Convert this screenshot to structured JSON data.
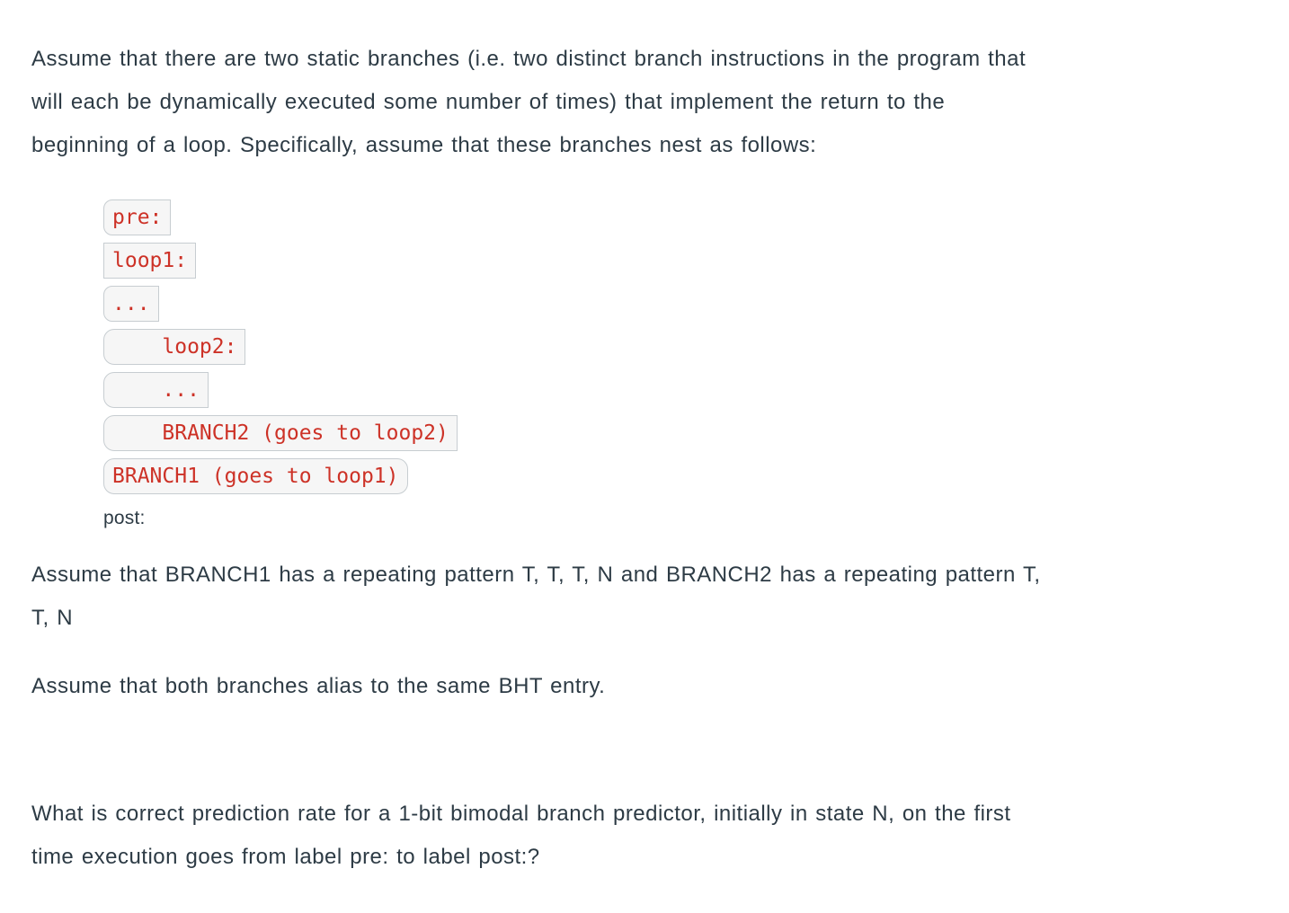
{
  "colors": {
    "body_text": "#2d3b45",
    "code_text": "#cd3227",
    "code_background": "#f6f6f6",
    "code_border": "#c7cdd1",
    "page_background": "#ffffff"
  },
  "intro": {
    "lines": [
      "Assume that there are two static branches (i.e. two distinct branch instructions in the program that",
      "will each be dynamically executed some number of times) that implement the return to the",
      "beginning of a loop. Specifically, assume that these branches nest as follows:"
    ]
  },
  "code": {
    "lines": [
      "pre:",
      "loop1:",
      "...",
      "    loop2:",
      "    ...",
      "    BRANCH2 (goes to loop2)",
      "BRANCH1 (goes to loop1)"
    ],
    "post_label": "post:"
  },
  "pattern": {
    "lines": [
      "Assume that BRANCH1 has a repeating pattern T, T, T, N and BRANCH2 has a repeating pattern T,",
      "T, N"
    ]
  },
  "alias": {
    "lines": [
      "Assume that both branches alias to the same BHT entry."
    ]
  },
  "question": {
    "lines": [
      "What is correct prediction rate for a 1-bit bimodal branch predictor, initially in state N, on the first",
      "time execution goes from label pre: to label post:?"
    ]
  }
}
